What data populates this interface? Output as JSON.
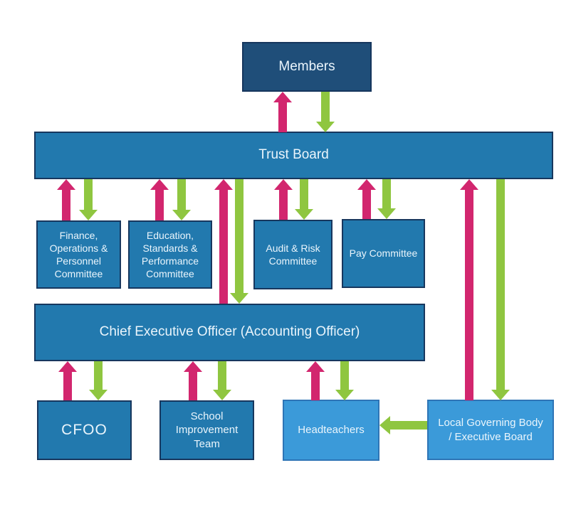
{
  "diagram_title": "Trust governance structure chart",
  "colors": {
    "dark_blue_box": "#1F4E79",
    "medium_blue_box": "#2279AE",
    "light_blue_box": "#3B9AD9",
    "dark_box_border": "#16365D",
    "medium_box_border": "#17375E",
    "light_box_border": "#2E75B6",
    "up_arrow_pink": "#D2266E",
    "down_arrow_green": "#8FC640",
    "box_text": "#EAF5FC",
    "background": "#FFFFFF"
  },
  "nodes": {
    "members": {
      "label": "Members"
    },
    "trust_board": {
      "label": "Trust Board"
    },
    "finance_committee": {
      "label": "Finance, Operations & Personnel Committee"
    },
    "education_committee": {
      "label": "Education, Standards & Performance Committee"
    },
    "audit_committee": {
      "label": "Audit & Risk Committee"
    },
    "pay_committee": {
      "label": "Pay Committee"
    },
    "ceo": {
      "label": "Chief Executive Officer (Accounting Officer)"
    },
    "cfoo": {
      "label": "CFOO"
    },
    "school_improvement_team": {
      "label": "School Improvement Team"
    },
    "headteachers": {
      "label": "Headteachers"
    },
    "local_governing_body": {
      "label": "Local Governing Body / Executive Board"
    }
  },
  "edges": [
    {
      "a": "members",
      "b": "trust_board",
      "style": "pink-arrow-up green-arrow-down"
    },
    {
      "a": "trust_board",
      "b": "finance_committee",
      "style": "pink-arrow-up green-arrow-down"
    },
    {
      "a": "trust_board",
      "b": "education_committee",
      "style": "pink-arrow-up green-arrow-down"
    },
    {
      "a": "trust_board",
      "b": "ceo",
      "style": "pink-arrow-up green-arrow-down"
    },
    {
      "a": "trust_board",
      "b": "audit_committee",
      "style": "pink-arrow-up green-arrow-down"
    },
    {
      "a": "trust_board",
      "b": "pay_committee",
      "style": "pink-arrow-up green-arrow-down"
    },
    {
      "a": "trust_board",
      "b": "local_governing_body",
      "style": "pink-arrow-up green-arrow-down"
    },
    {
      "a": "ceo",
      "b": "cfoo",
      "style": "pink-arrow-up green-arrow-down"
    },
    {
      "a": "ceo",
      "b": "school_improvement_team",
      "style": "pink-arrow-up green-arrow-down"
    },
    {
      "a": "ceo",
      "b": "headteachers",
      "style": "pink-arrow-up green-arrow-down"
    },
    {
      "a": "local_governing_body",
      "b": "headteachers",
      "style": "green-arrow-left"
    }
  ]
}
